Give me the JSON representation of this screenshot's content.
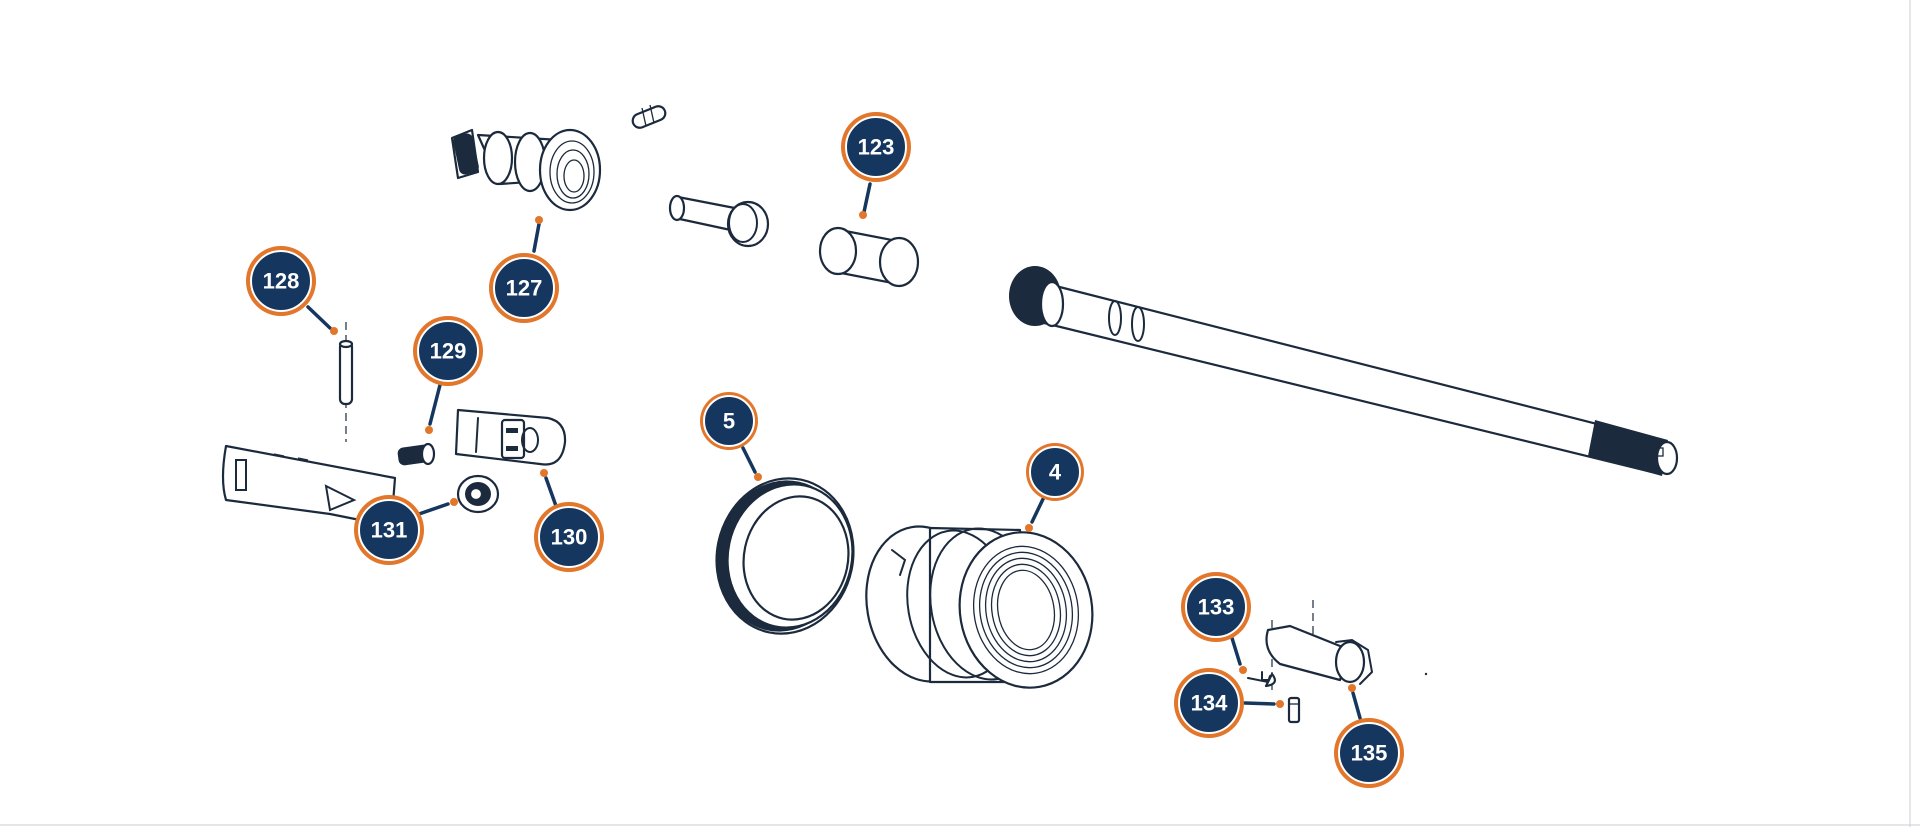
{
  "diagram": {
    "callouts": [
      {
        "id": "c123",
        "label": "123"
      },
      {
        "id": "c127",
        "label": "127"
      },
      {
        "id": "c128",
        "label": "128"
      },
      {
        "id": "c129",
        "label": "129"
      },
      {
        "id": "c5",
        "label": "5"
      },
      {
        "id": "c4",
        "label": "4"
      },
      {
        "id": "c130",
        "label": "130"
      },
      {
        "id": "c131",
        "label": "131"
      },
      {
        "id": "c133",
        "label": "133"
      },
      {
        "id": "c134",
        "label": "134"
      },
      {
        "id": "c135",
        "label": "135"
      }
    ],
    "colors": {
      "callout_fill": "#15375f",
      "callout_ring": "#e2762a",
      "line_art": "#1c2a3d",
      "background": "#ffffff"
    }
  }
}
